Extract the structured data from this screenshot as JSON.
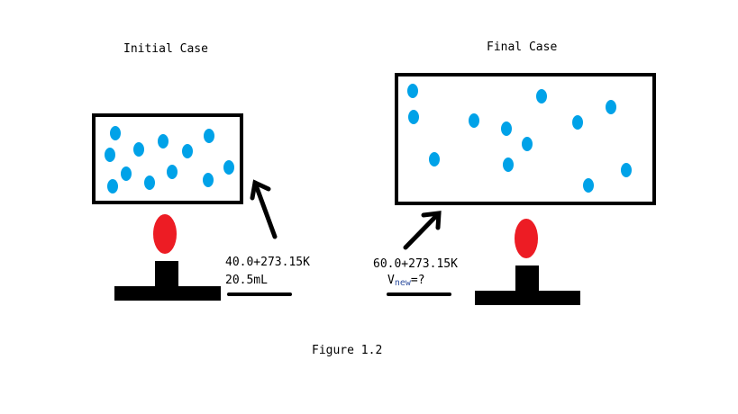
{
  "initial": {
    "title": "Initial Case",
    "temperature": "40.0+273.15K",
    "volume": "20.5mL"
  },
  "final": {
    "title": "Final Case",
    "temperature": "60.0+273.15K",
    "volume_var": "V",
    "volume_sub": "new",
    "volume_rest": "=?"
  },
  "caption": "Figure 1.2",
  "colors": {
    "particle": "#00a2e8",
    "flame": "#ed1c24",
    "ink": "#000000"
  }
}
